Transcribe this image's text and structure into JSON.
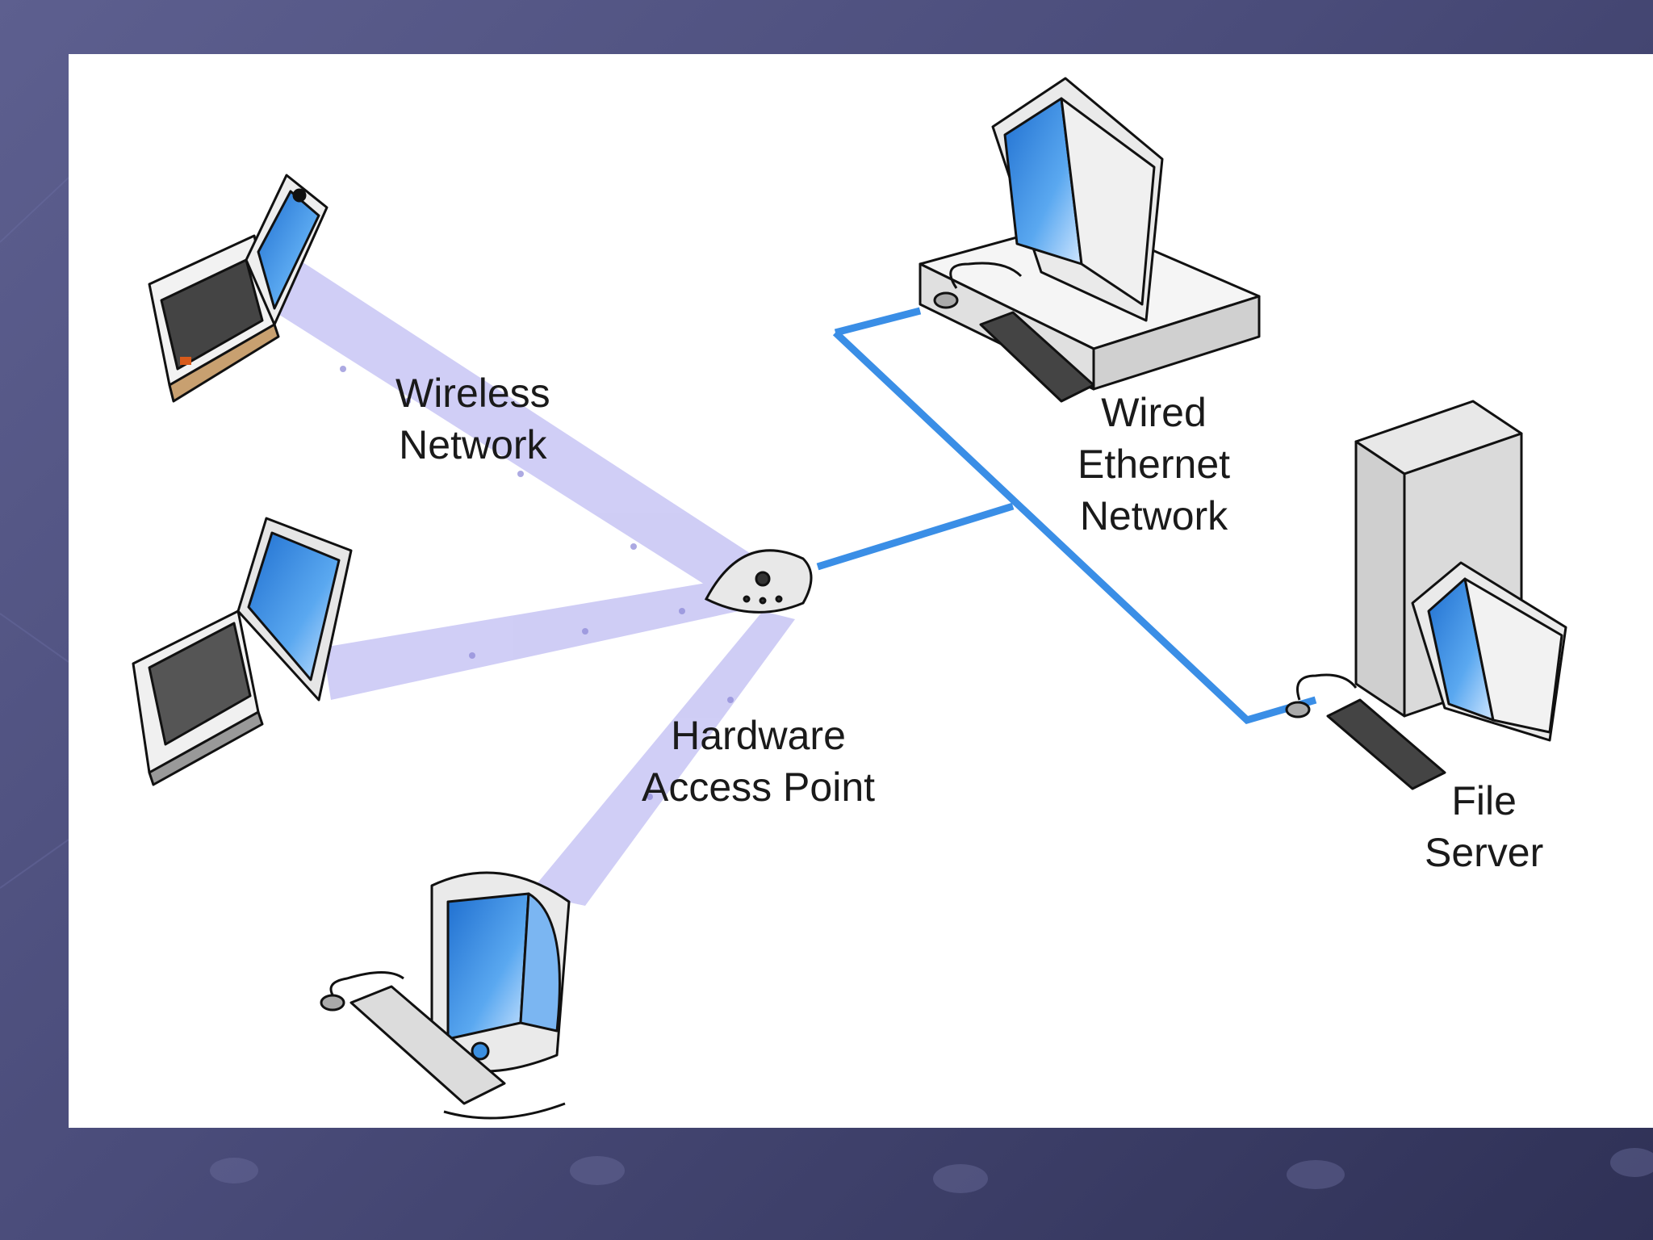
{
  "diagram": {
    "labels": {
      "wireless_network": [
        "Wireless",
        "Network"
      ],
      "wired_ethernet_network": [
        "Wired",
        "Ethernet",
        "Network"
      ],
      "hardware_access_point": [
        "Hardware",
        "Access Point"
      ],
      "file_server": [
        "File",
        "Server"
      ]
    },
    "colors": {
      "wired_link": "#3a8ee6",
      "wireless_signal": "#a9a6ee",
      "screen": "#3b8fe0",
      "slide_background": "#4e5080",
      "panel": "#ffffff"
    },
    "icons": [
      "laptop-icon",
      "laptop-icon",
      "desktop-computer-icon",
      "access-point-icon",
      "desktop-computer-icon",
      "file-server-icon"
    ]
  }
}
